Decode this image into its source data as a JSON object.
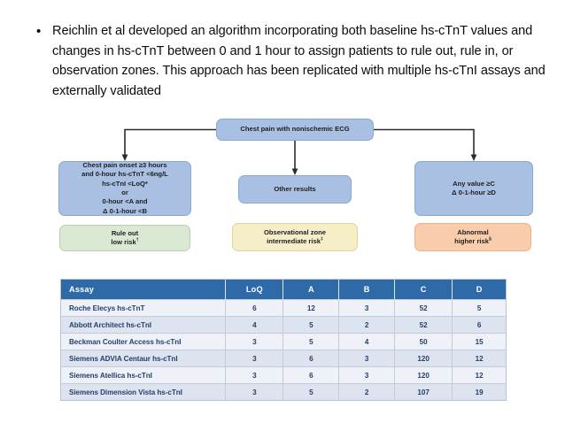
{
  "slide": {
    "bullet": {
      "marker": "•",
      "text": "Reichlin et al developed an algorithm incorporating both baseline hs-cTnT values and changes in hs-cTnT between 0 and 1 hour to assign patients to rule out, rule in, or observation zones. This approach has been replicated with multiple hs-cTnI assays and externally validated"
    },
    "flowchart": {
      "root": "Chest pain with nonischemic ECG",
      "branch_left_lines": [
        "Chest pain onset ≥3 hours",
        "and 0-hour hs-cTnT <6ng/L",
        "hs-cTnI <LoQ*",
        "or",
        "0-hour <A and",
        "Δ 0-1-hour <B"
      ],
      "branch_middle": "Other results",
      "branch_right_lines": [
        "Any value ≥C",
        "Δ 0-1-hour ≥D"
      ],
      "outcome_left_line1": "Rule out",
      "outcome_left_line2": "low risk",
      "outcome_left_sup": "†",
      "outcome_middle_line1": "Observational zone",
      "outcome_middle_line2": "intermediate risk",
      "outcome_middle_sup": "‡",
      "outcome_right_line1": "Abnormal",
      "outcome_right_line2": "higher risk",
      "outcome_right_sup": "§",
      "colors": {
        "blue": "#a9c0e3",
        "green": "#dbe8d3",
        "cream": "#f6edc9",
        "peach": "#f9cdab",
        "connector": "#2b2b2b"
      }
    },
    "table": {
      "headers": [
        "Assay",
        "LoQ",
        "A",
        "B",
        "C",
        "D"
      ],
      "header_bg": "#2f6aa8",
      "rows": [
        [
          "Roche Elecys hs-cTnT",
          "6",
          "12",
          "3",
          "52",
          "5"
        ],
        [
          "Abbott Architect hs-cTnI",
          "4",
          "5",
          "2",
          "52",
          "6"
        ],
        [
          "Beckman Coulter Access hs-cTnI",
          "3",
          "5",
          "4",
          "50",
          "15"
        ],
        [
          "Siemens  ADVIA Centaur hs-cTnI",
          "3",
          "6",
          "3",
          "120",
          "12"
        ],
        [
          "Siemens  Atellica hs-cTnI",
          "3",
          "6",
          "3",
          "120",
          "12"
        ],
        [
          "Siemens  Dimension Vista hs-cTnI",
          "3",
          "5",
          "2",
          "107",
          "19"
        ]
      ]
    }
  }
}
